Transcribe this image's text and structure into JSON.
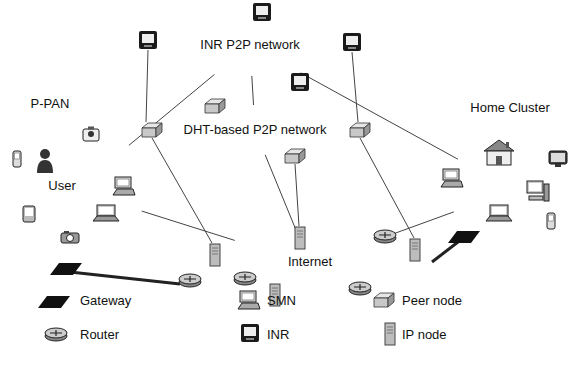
{
  "diagram": {
    "nodes": [
      {
        "text": [
          "INR P2P network"
        ]
      },
      {
        "text": [
          "DHT-based P2P network"
        ]
      },
      {
        "text": [
          "Internet"
        ]
      },
      {
        "text": [
          "P-PAN"
        ]
      },
      {
        "text": [
          "Home Cluster"
        ]
      }
    ],
    "edges": [
      {
        "from": 3,
        "to": 0,
        "arrow": "none"
      },
      {
        "from": 4,
        "to": 0,
        "arrow": "none"
      },
      {
        "from": 0,
        "to": 1,
        "arrow": "none"
      },
      {
        "from": 1,
        "to": 2,
        "arrow": "none"
      },
      {
        "from": 3,
        "to": 2,
        "arrow": "none"
      },
      {
        "from": 4,
        "to": 2,
        "arrow": "none"
      }
    ],
    "labels": [
      "User"
    ],
    "legend": [
      {
        "text": "Gateway"
      },
      {
        "text": "SMN"
      },
      {
        "text": "Peer node"
      },
      {
        "text": "Router"
      },
      {
        "text": "INR"
      },
      {
        "text": "IP node"
      }
    ]
  }
}
